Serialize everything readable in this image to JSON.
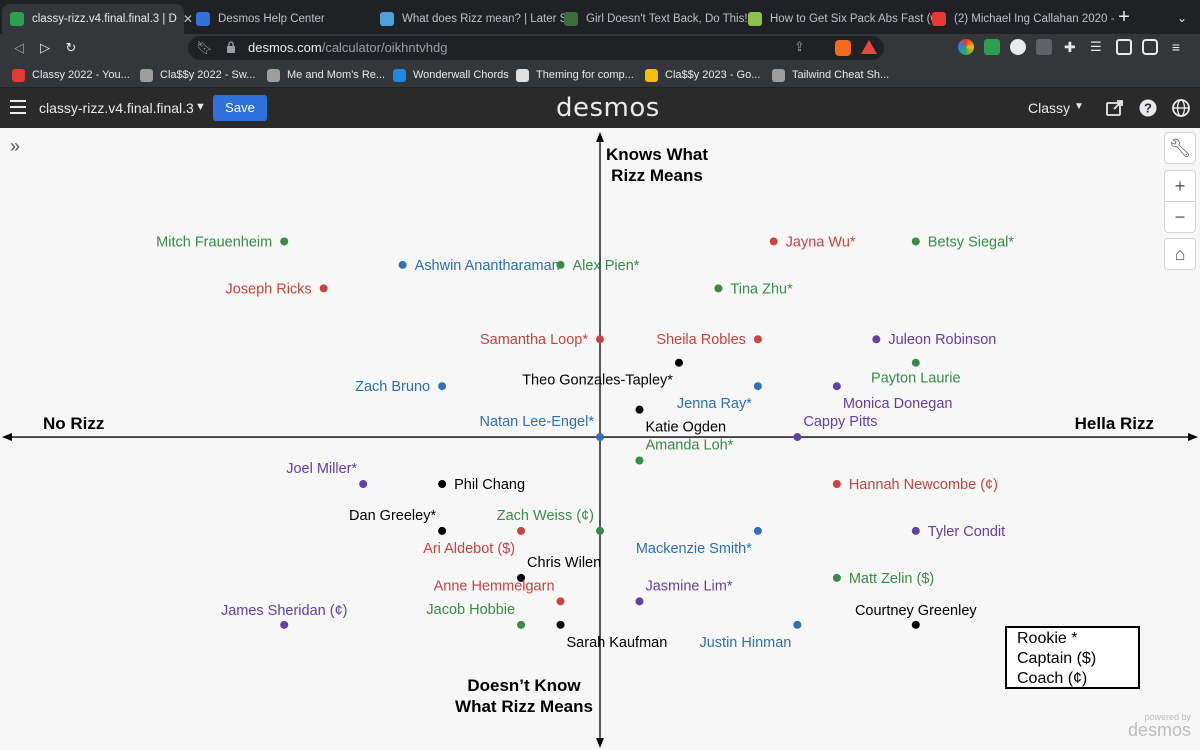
{
  "browser": {
    "tabs": [
      {
        "title": "classy-rizz.v4.final.final.3 | D",
        "color": "#2e9e4f",
        "active": true
      },
      {
        "title": "Desmos Help Center",
        "color": "#2f72dc",
        "active": false
      },
      {
        "title": "What does Rizz mean? | Later So",
        "color": "#4aa3df",
        "active": false
      },
      {
        "title": "Girl Doesn't Text Back, Do This!",
        "color": "#3c6e3c",
        "active": false
      },
      {
        "title": "How to Get Six Pack Abs Fast (w",
        "color": "#8bc34a",
        "active": false
      },
      {
        "title": "(2) Michael Ing Callahan 2020 -",
        "color": "#e53935",
        "active": false
      }
    ],
    "url_host": "desmos.com",
    "url_path": "/calculator/oikhntvhdg",
    "bookmarks": [
      {
        "label": "Classy 2022 - You...",
        "color": "#e53935"
      },
      {
        "label": "Cla$$y 2022 - Sw...",
        "color": "#9e9e9e"
      },
      {
        "label": "Me and Mom's Re...",
        "color": "#9e9e9e"
      },
      {
        "label": "Wonderwall Chords",
        "color": "#1e88e5"
      },
      {
        "label": "Theming for comp...",
        "color": "#e0e0e0"
      },
      {
        "label": "Cla$$y 2023 - Go...",
        "color": "#fbbc04"
      },
      {
        "label": "Tailwind Cheat Sh...",
        "color": "#9e9e9e"
      }
    ]
  },
  "desmos": {
    "graph_title": "classy-rizz.v4.final.final.3",
    "save_label": "Save",
    "logo": "desmos",
    "account": "Classy",
    "powered_small": "powered by",
    "powered_big": "desmos"
  },
  "legend": [
    "Rookie *",
    "Captain ($)",
    "Coach (¢)"
  ],
  "chart_data": {
    "type": "scatter",
    "xlim": [
      -7.6,
      7.6
    ],
    "ylim": [
      -8,
      7.9
    ],
    "axis_labels": {
      "top": [
        "Knows What",
        "Rizz Means"
      ],
      "bottom": [
        "Doesn’t Know",
        "What Rizz Means"
      ],
      "left": "No Rizz",
      "right": "Hella Rizz"
    },
    "colors": {
      "red": "#c74440",
      "blue": "#2d70b3",
      "green": "#388c46",
      "purple": "#6042a6",
      "black": "#000000"
    },
    "points": [
      {
        "name": "Mitch Frauenheim",
        "x": -4,
        "y": 5,
        "color": "green",
        "side": "left"
      },
      {
        "name": "Ashwin Anantharaman",
        "x": -2.5,
        "y": 4.4,
        "color": "blue",
        "side": "right"
      },
      {
        "name": "Alex Pien*",
        "x": -0.5,
        "y": 4.4,
        "color": "green",
        "side": "right"
      },
      {
        "name": "Jayna Wu*",
        "x": 2.2,
        "y": 5,
        "color": "red",
        "side": "right"
      },
      {
        "name": "Betsy Siegal*",
        "x": 4,
        "y": 5,
        "color": "green",
        "side": "right"
      },
      {
        "name": "Joseph Ricks",
        "x": -3.5,
        "y": 3.8,
        "color": "red",
        "side": "left"
      },
      {
        "name": "Tina Zhu*",
        "x": 1.5,
        "y": 3.8,
        "color": "green",
        "side": "right"
      },
      {
        "name": "Samantha Loop*",
        "x": 0,
        "y": 2.5,
        "color": "red",
        "side": "left"
      },
      {
        "name": "Sheila Robles",
        "x": 2,
        "y": 2.5,
        "color": "red",
        "side": "left"
      },
      {
        "name": "Juleon Robinson",
        "x": 3.5,
        "y": 2.5,
        "color": "purple",
        "side": "right"
      },
      {
        "name": "Theo Gonzales-Tapley*",
        "x": 1,
        "y": 1.9,
        "color": "black",
        "side": "below-left"
      },
      {
        "name": "Payton Laurie",
        "x": 4,
        "y": 1.9,
        "color": "green",
        "side": "below"
      },
      {
        "name": "Zach Bruno",
        "x": -2,
        "y": 1.3,
        "color": "blue",
        "side": "left"
      },
      {
        "name": "Jenna Ray*",
        "x": 2,
        "y": 1.3,
        "color": "blue",
        "side": "below-left"
      },
      {
        "name": "Monica Donegan",
        "x": 3,
        "y": 1.3,
        "color": "purple",
        "side": "below-right"
      },
      {
        "name": "Katie Ogden",
        "x": 0.5,
        "y": 0.7,
        "color": "black",
        "side": "below-right"
      },
      {
        "name": "Natan Lee-Engel*",
        "x": 0,
        "y": 0,
        "color": "blue",
        "side": "above-left"
      },
      {
        "name": "Cappy Pitts",
        "x": 2.5,
        "y": 0,
        "color": "purple",
        "side": "above-right"
      },
      {
        "name": "Amanda Loh*",
        "x": 0.5,
        "y": -0.6,
        "color": "green",
        "side": "above-right"
      },
      {
        "name": "Joel Miller*",
        "x": -3,
        "y": -1.2,
        "color": "purple",
        "side": "above-left"
      },
      {
        "name": "Phil Chang",
        "x": -2,
        "y": -1.2,
        "color": "black",
        "side": "right"
      },
      {
        "name": "Hannah Newcombe (¢)",
        "x": 3,
        "y": -1.2,
        "color": "red",
        "side": "right"
      },
      {
        "name": "Dan Greeley*",
        "x": -2,
        "y": -2.4,
        "color": "black",
        "side": "above-left"
      },
      {
        "name": "Zach Weiss (¢)",
        "x": 0,
        "y": -2.4,
        "color": "green",
        "side": "above-left"
      },
      {
        "name": "Ari Aldebot ($)",
        "x": -1,
        "y": -2.4,
        "color": "red",
        "side": "below-left"
      },
      {
        "name": "Tyler Condit",
        "x": 4,
        "y": -2.4,
        "color": "purple",
        "side": "right"
      },
      {
        "name": "Mackenzie Smith*",
        "x": 2,
        "y": -2.4,
        "color": "blue",
        "side": "below-left"
      },
      {
        "name": "Chris Wilen",
        "x": -1,
        "y": -3.6,
        "color": "black",
        "side": "above-right"
      },
      {
        "name": "Anne Hemmelgarn",
        "x": -0.5,
        "y": -4.2,
        "color": "red",
        "side": "above-left"
      },
      {
        "name": "Jasmine Lim*",
        "x": 0.5,
        "y": -4.2,
        "color": "purple",
        "side": "above-right"
      },
      {
        "name": "Matt Zelin ($)",
        "x": 3,
        "y": -3.6,
        "color": "green",
        "side": "right"
      },
      {
        "name": "James Sheridan (¢)",
        "x": -4,
        "y": -4.8,
        "color": "purple",
        "side": "above"
      },
      {
        "name": "Jacob Hobbie",
        "x": -1,
        "y": -4.8,
        "color": "green",
        "side": "above-left"
      },
      {
        "name": "Sarah Kaufman",
        "x": -0.5,
        "y": -4.8,
        "color": "black",
        "side": "below-right"
      },
      {
        "name": "Justin Hinman",
        "x": 2.5,
        "y": -4.8,
        "color": "blue",
        "side": "below-left"
      },
      {
        "name": "Courtney Greenley",
        "x": 4,
        "y": -4.8,
        "color": "black",
        "side": "above"
      }
    ]
  }
}
